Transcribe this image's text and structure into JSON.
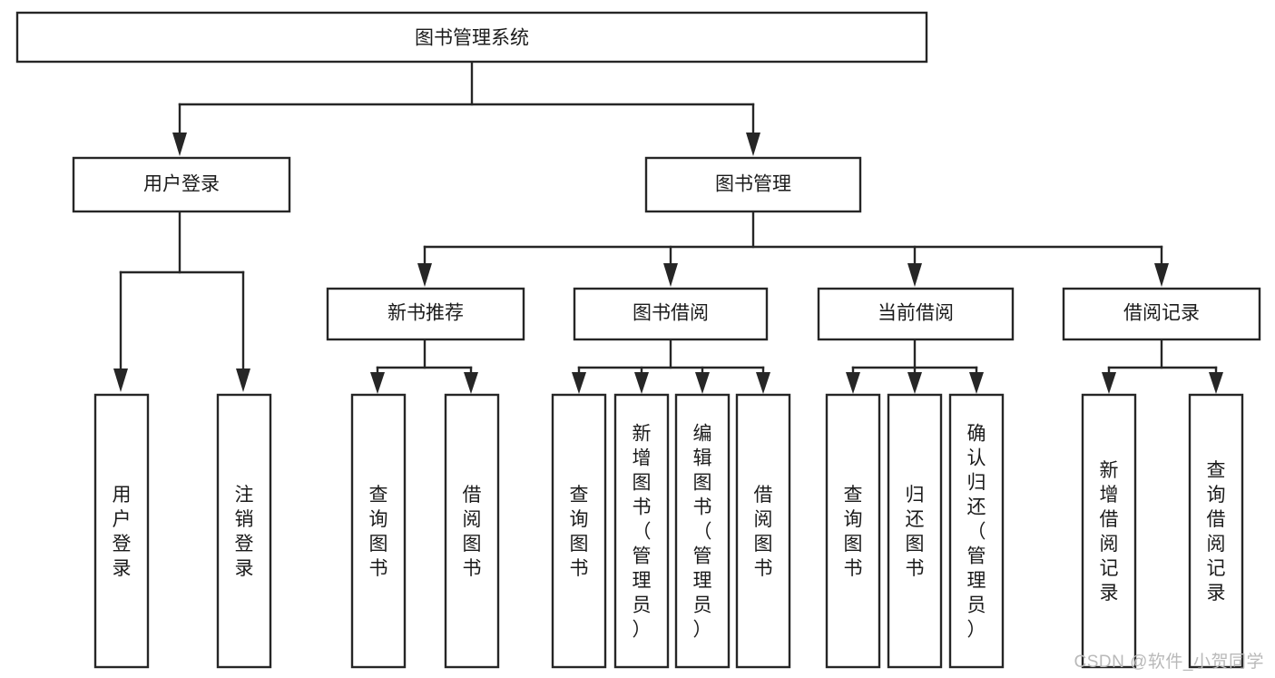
{
  "diagram": {
    "title": "图书管理系统",
    "type": "tree",
    "orientation": "top-down",
    "colors": {
      "background": "#ffffff",
      "box_fill": "#ffffff",
      "box_stroke": "#262626",
      "connector": "#262626",
      "text": "#1b1b1b",
      "watermark": "#b9b9b9"
    },
    "root": {
      "id": "root",
      "label": "图书管理系统",
      "orientation": "horizontal"
    },
    "level1": [
      {
        "id": "user-login",
        "label": "用户登录",
        "orientation": "horizontal"
      },
      {
        "id": "book-management",
        "label": "图书管理",
        "orientation": "horizontal"
      }
    ],
    "level2": [
      {
        "id": "new-book-recommend",
        "label": "新书推荐",
        "parent": "book-management",
        "orientation": "horizontal"
      },
      {
        "id": "book-borrow",
        "label": "图书借阅",
        "parent": "book-management",
        "orientation": "horizontal"
      },
      {
        "id": "current-borrow",
        "label": "当前借阅",
        "parent": "book-management",
        "orientation": "horizontal"
      },
      {
        "id": "borrow-record",
        "label": "借阅记录",
        "parent": "book-management",
        "orientation": "horizontal"
      }
    ],
    "leaves": [
      {
        "id": "leaf-user-login",
        "label": "用户登录",
        "parent": "user-login",
        "orientation": "vertical"
      },
      {
        "id": "leaf-logout-login",
        "label": "注销登录",
        "parent": "user-login",
        "orientation": "vertical"
      },
      {
        "id": "leaf-query-book-recommend",
        "label": "查询图书",
        "parent": "new-book-recommend",
        "orientation": "vertical"
      },
      {
        "id": "leaf-borrow-book-recommend",
        "label": "借阅图书",
        "parent": "new-book-recommend",
        "orientation": "vertical"
      },
      {
        "id": "leaf-query-book-borrow",
        "label": "查询图书",
        "parent": "book-borrow",
        "orientation": "vertical"
      },
      {
        "id": "leaf-add-book-admin",
        "label": "新增图书（管理员）",
        "parent": "book-borrow",
        "orientation": "vertical"
      },
      {
        "id": "leaf-edit-book-admin",
        "label": "编辑图书（管理员）",
        "parent": "book-borrow",
        "orientation": "vertical"
      },
      {
        "id": "leaf-borrow-book",
        "label": "借阅图书",
        "parent": "book-borrow",
        "orientation": "vertical"
      },
      {
        "id": "leaf-query-book-current",
        "label": "查询图书",
        "parent": "current-borrow",
        "orientation": "vertical"
      },
      {
        "id": "leaf-return-book",
        "label": "归还图书",
        "parent": "current-borrow",
        "orientation": "vertical"
      },
      {
        "id": "leaf-confirm-return-admin",
        "label": "确认归还（管理员）",
        "parent": "current-borrow",
        "orientation": "vertical"
      },
      {
        "id": "leaf-add-borrow-record",
        "label": "新增借阅记录",
        "parent": "borrow-record",
        "orientation": "vertical"
      },
      {
        "id": "leaf-query-borrow-record",
        "label": "查询借阅记录",
        "parent": "borrow-record",
        "orientation": "vertical"
      }
    ]
  },
  "watermark": {
    "text": "CSDN @软件_小贺同学"
  }
}
